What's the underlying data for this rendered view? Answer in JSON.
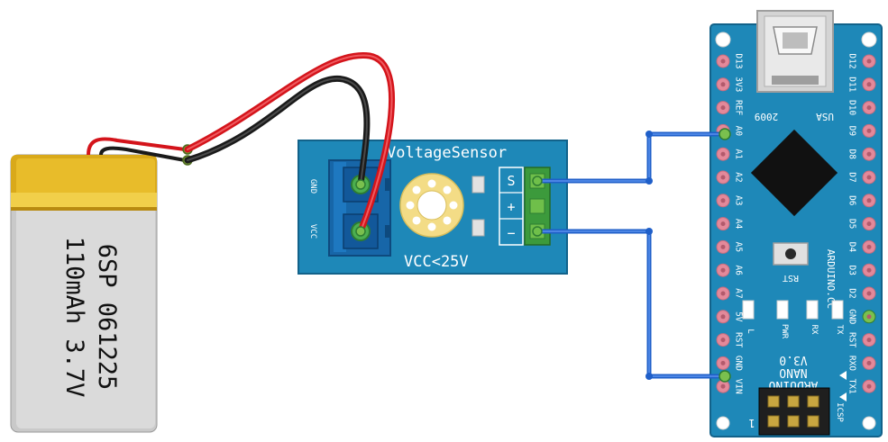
{
  "colors": {
    "background": "#ffffff",
    "pcb": "#1e88b8",
    "pcb_edge": "#12628a",
    "terminal_block": "#1766a8",
    "header_green": "#3c9a3c",
    "wire_blue": "#2a6fd6",
    "wire_red": "#d4141b",
    "wire_black": "#1a1a1a",
    "battery_body": "#d8d8d8",
    "battery_band": "#e4b51c",
    "pin_pad": "#e3899a",
    "chip": "#111111"
  },
  "battery": {
    "label_line1": "6SP 061225",
    "label_line2": "110mAh 3.7V"
  },
  "sensor": {
    "title": "VoltageSensor",
    "limit": "VCC<25V",
    "gnd_label": "GND",
    "vcc_label": "VCC",
    "pin_s": "S",
    "pin_plus": "+",
    "pin_minus": "−"
  },
  "arduino": {
    "left_pins": [
      "D13",
      "3V3",
      "REF",
      "A0",
      "A1",
      "A2",
      "A3",
      "A4",
      "A5",
      "A6",
      "A7",
      "5V",
      "RST",
      "GND",
      "VIN"
    ],
    "right_pins": [
      "D12",
      "D11",
      "D10",
      "D9",
      "D8",
      "D7",
      "D6",
      "D5",
      "D4",
      "D3",
      "D2",
      "GND",
      "RST",
      "RXO",
      "TX1"
    ],
    "year": "2009",
    "usa": "USA",
    "rst_button": "RST",
    "site": "ARDUINO.CC",
    "led_l": "L",
    "led_pwr": "PWR",
    "led_rx": "RX",
    "led_tx": "TX",
    "name_line1": "ARDUINO",
    "name_line2": "NANO",
    "name_line3": "V3.0",
    "icsp": "ICSP",
    "pin1": "1"
  }
}
